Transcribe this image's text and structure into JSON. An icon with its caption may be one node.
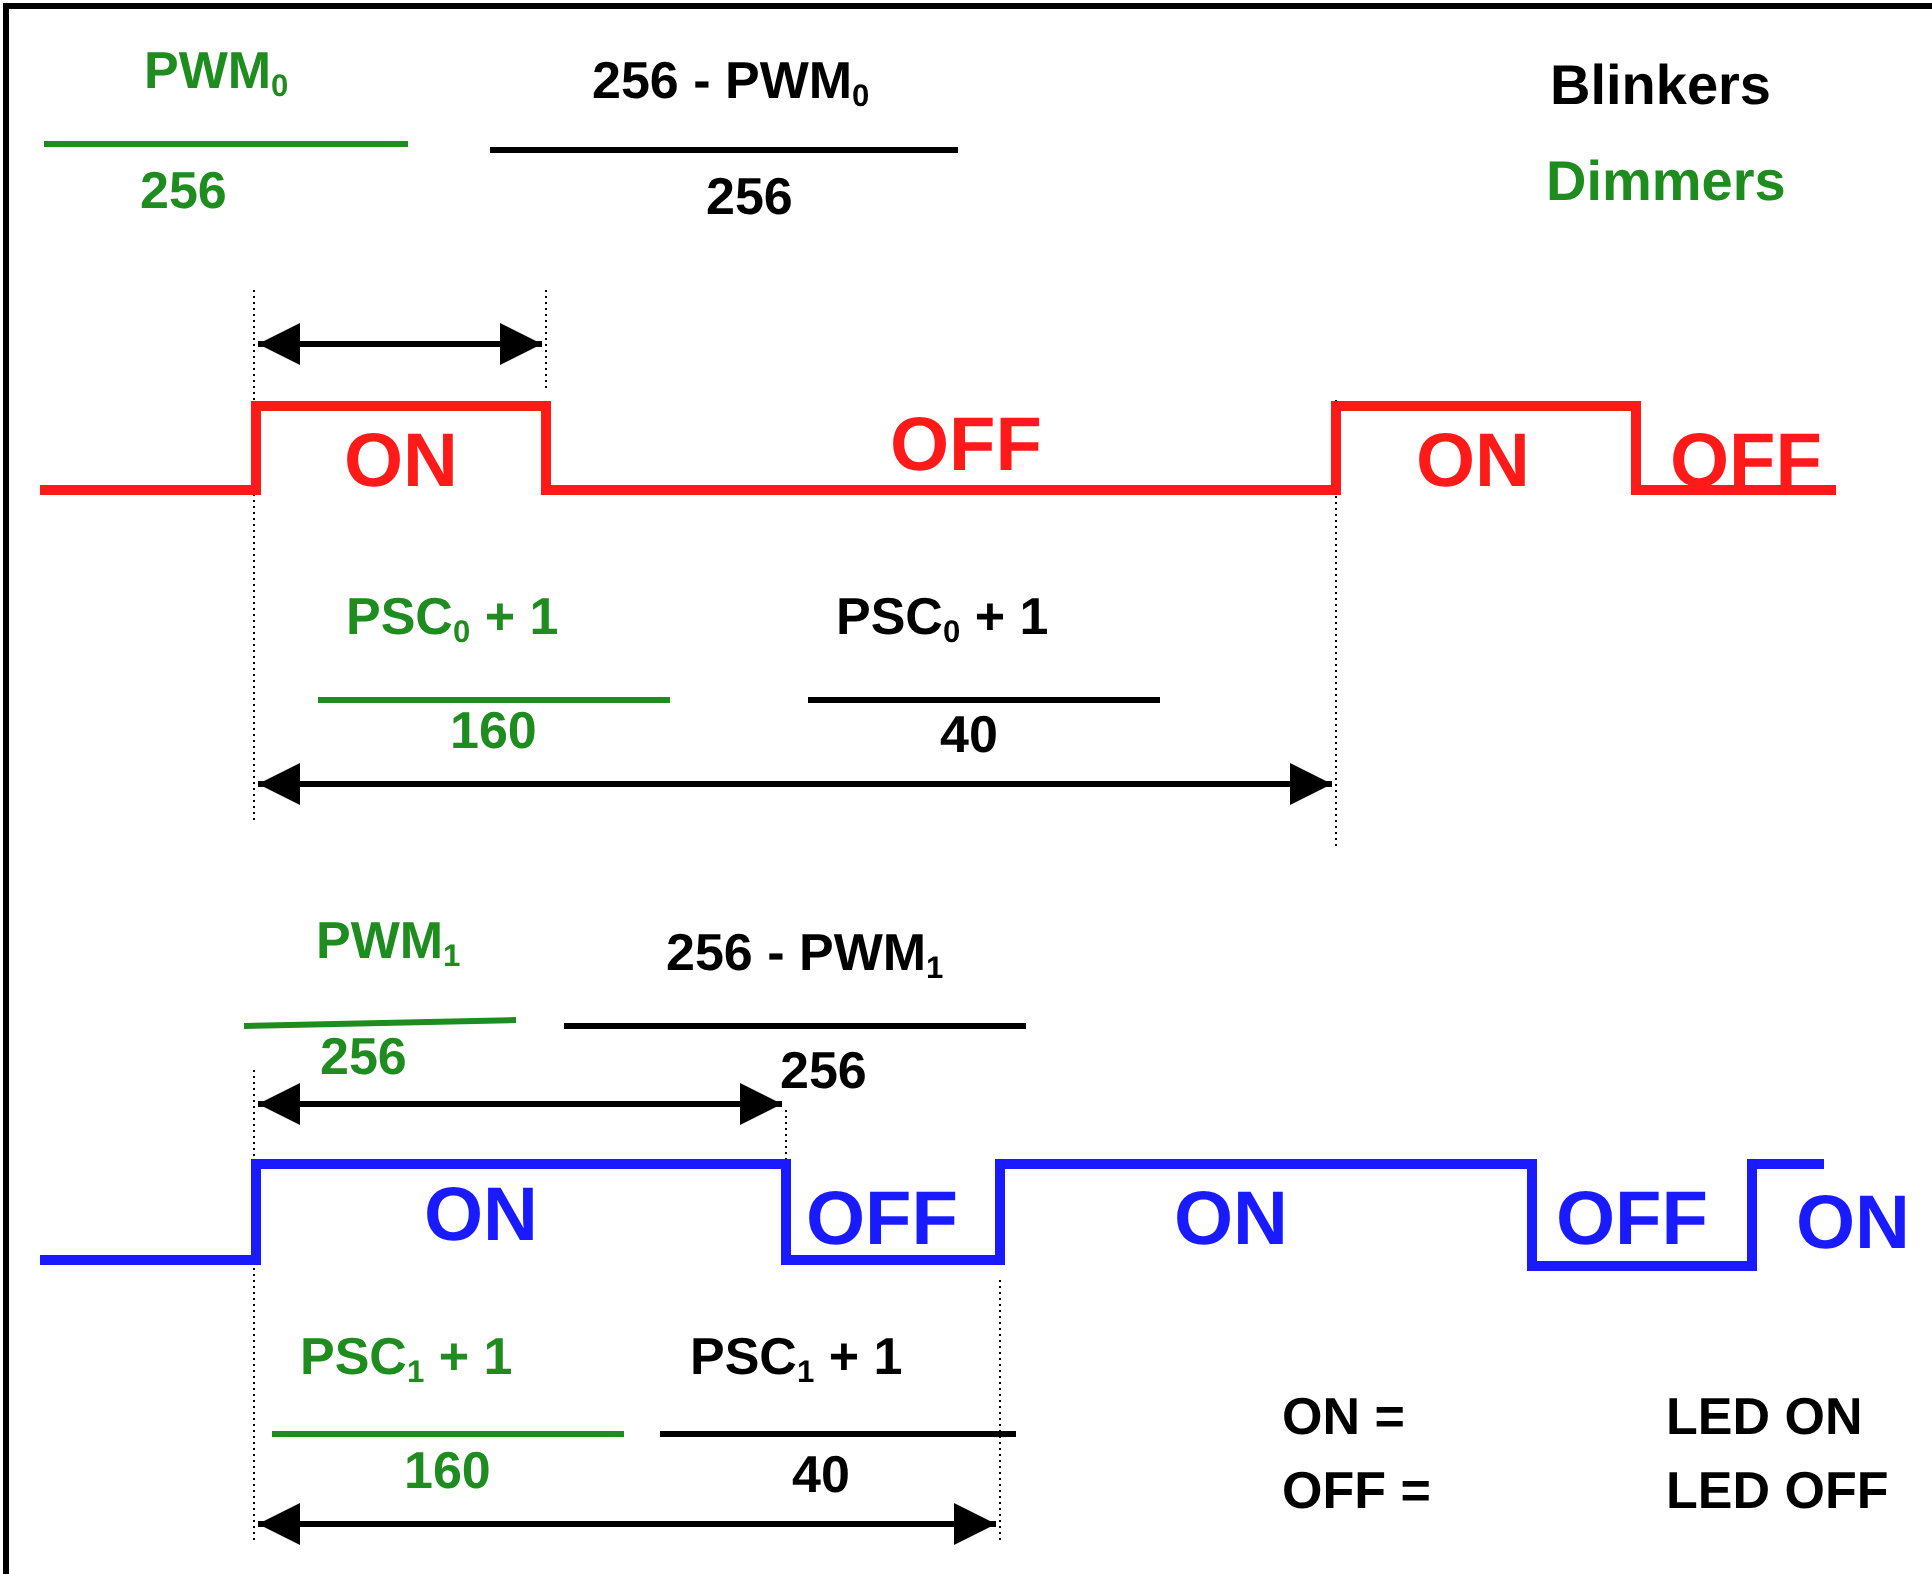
{
  "diagram": {
    "labels": [
      "PWM$_{0}$",
      "256 - PWM$_{0}$",
      "Blinkers",
      "256",
      "256",
      "Dimmers",
      "ON",
      "OFF",
      "ON",
      "OFF",
      "PSC$_{0}$ + 1",
      "PSC$_{0}$ + 1",
      "160",
      "40",
      "PWM$_{1}$",
      "256 - PWM$_{1}$",
      "256",
      "256",
      "ON",
      "OFF",
      "ON",
      "OFF",
      "ON",
      "PSC$_{1}$ + 1",
      "PSC$_{1}$ + 1",
      "ON =",
      "LED ON",
      "160",
      "40",
      "OFF =",
      "LED OFF"
    ]
  }
}
